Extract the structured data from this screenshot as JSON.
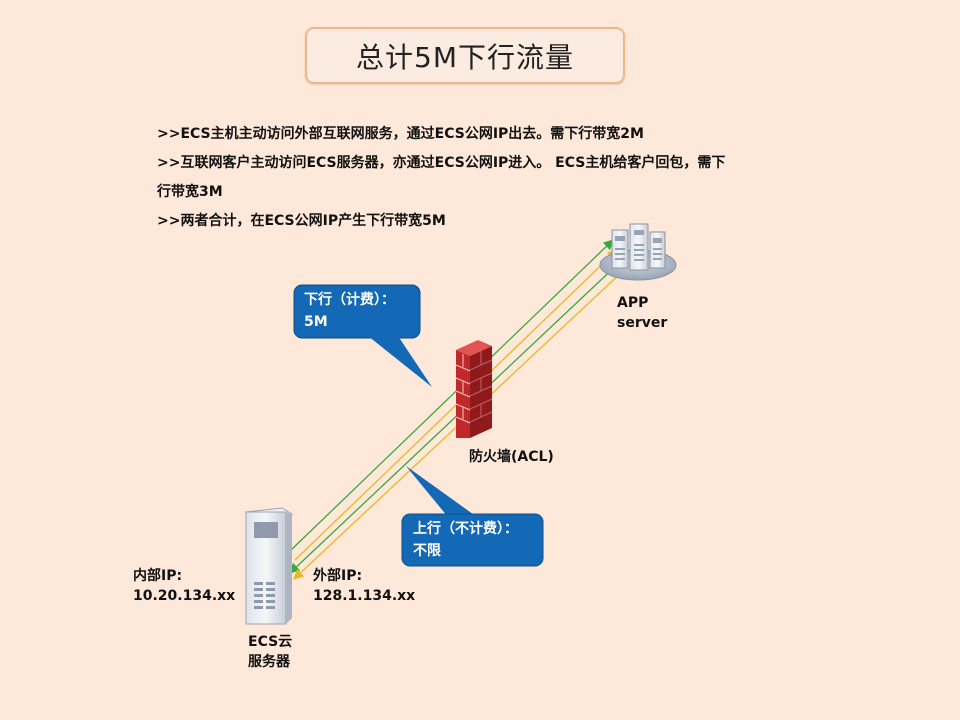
{
  "title": "总计5M下行流量",
  "description_lines": [
    ">>ECS主机主动访问外部互联网服务，通过ECS公网IP出去。需下行带宽2M",
    ">>互联网客户主动访问ECS服务器，亦通过ECS公网IP进入。 ECS主机给客户回包，需下",
    "行带宽3M",
    ">>两者合计，在ECS公网IP产生下行带宽5M"
  ],
  "callouts": {
    "down": {
      "line1": "下行（计费）：",
      "line2": "5M"
    },
    "up": {
      "line1": "上行（不计费）：",
      "line2": "不限"
    }
  },
  "nodes": {
    "app_server": {
      "line1": "APP",
      "line2": "server",
      "icon": "server-cluster-icon"
    },
    "firewall": {
      "label": "防火墙(ACL)",
      "icon": "brick-firewall-icon"
    },
    "ecs": {
      "line1": "ECS云",
      "line2": "服务器",
      "icon": "server-tower-icon"
    }
  },
  "ip_labels": {
    "internal": {
      "line1": "内部IP:",
      "line2": "10.20.134.xx"
    },
    "external": {
      "line1": "外部IP:",
      "line2": "128.1.134.xx"
    }
  },
  "colors": {
    "background": "#fde8d9",
    "callout": "#1369b5",
    "arrow_green": "#3aa83a",
    "arrow_yellow": "#e8b820",
    "firewall_red": "#c0282a"
  }
}
